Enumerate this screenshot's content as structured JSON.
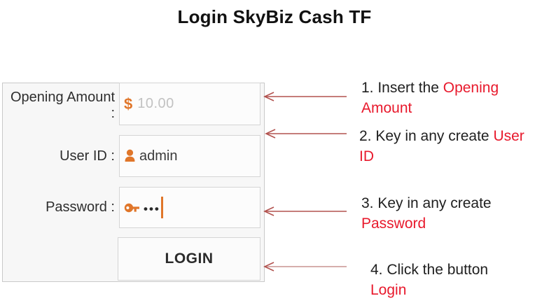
{
  "title": "Login SkyBiz Cash TF",
  "colors": {
    "accent_orange": "#e0762a",
    "annotation_red": "#e8192c",
    "arrow_red": "#b2524e",
    "arrow_red_light": "#c99490",
    "panel_background": "#f7f7f7"
  },
  "form": {
    "opening_amount_label": "Opening Amount :",
    "currency_symbol": "$",
    "opening_amount_placeholder": "10.00",
    "user_id_label": "User ID :",
    "user_id_value": "admin",
    "password_label": "Password :",
    "password_masked": "•••",
    "login_button_label": "LOGIN"
  },
  "annotations": [
    {
      "line1_black": "1. Insert the ",
      "line1_red": "Opening",
      "line2_black": "",
      "line2_red": "Amount"
    },
    {
      "line1_black": "2. Key in any create ",
      "line1_red": "User",
      "line2_black": "",
      "line2_red": "ID"
    },
    {
      "line1_black": "3. Key in any create",
      "line1_red": "",
      "line2_black": "",
      "line2_red": "Password"
    },
    {
      "line1_black": "4. Click the button",
      "line1_red": "",
      "line2_black": "",
      "line2_red": "Login"
    }
  ]
}
